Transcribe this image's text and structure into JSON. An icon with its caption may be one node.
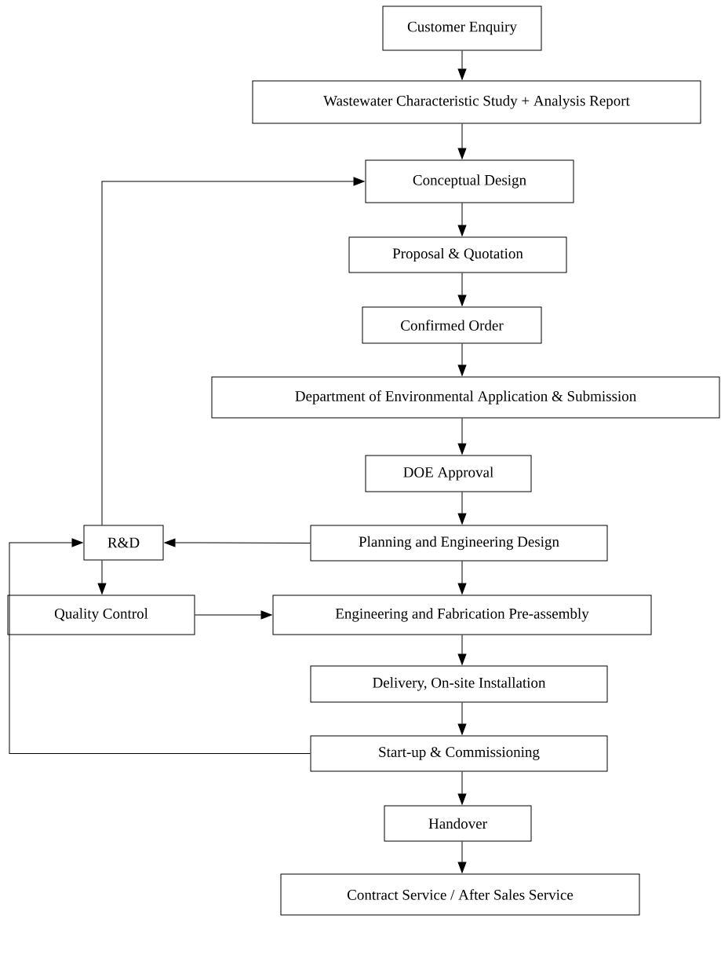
{
  "diagram": {
    "nodes": [
      {
        "text": [
          "Customer Enquiry"
        ]
      },
      {
        "text": [
          "Wastewater Characteristic Study + Analysis Report"
        ]
      },
      {
        "text": [
          "Conceptual Design"
        ]
      },
      {
        "text": [
          "Proposal & Quotation"
        ]
      },
      {
        "text": [
          "Confirmed Order"
        ]
      },
      {
        "text": [
          "Department of Environmental Application & Submission"
        ]
      },
      {
        "text": [
          "DOE Approval"
        ]
      },
      {
        "text": [
          "Planning and Engineering Design"
        ]
      },
      {
        "text": [
          "R&D"
        ]
      },
      {
        "text": [
          "Quality Control"
        ]
      },
      {
        "text": [
          "Engineering and Fabrication Pre-assembly"
        ]
      },
      {
        "text": [
          "Delivery, On-site Installation"
        ]
      },
      {
        "text": [
          "Start-up & Commissioning"
        ]
      },
      {
        "text": [
          "Handover"
        ]
      },
      {
        "text": [
          "Contract Service / After Sales Service"
        ]
      }
    ],
    "edges": [
      {
        "from": 0,
        "to": 1,
        "arrow": "to"
      },
      {
        "from": 1,
        "to": 2,
        "arrow": "to"
      },
      {
        "from": 2,
        "to": 3,
        "arrow": "to"
      },
      {
        "from": 3,
        "to": 4,
        "arrow": "to"
      },
      {
        "from": 4,
        "to": 5,
        "arrow": "to"
      },
      {
        "from": 5,
        "to": 6,
        "arrow": "to"
      },
      {
        "from": 6,
        "to": 7,
        "arrow": "to"
      },
      {
        "from": 7,
        "to": 8,
        "arrow": "to"
      },
      {
        "from": 8,
        "to": 2,
        "arrow": "to"
      },
      {
        "from": 8,
        "to": 9,
        "arrow": "to"
      },
      {
        "from": 9,
        "to": 10,
        "arrow": "to"
      },
      {
        "from": 7,
        "to": 10,
        "arrow": "to"
      },
      {
        "from": 10,
        "to": 11,
        "arrow": "to"
      },
      {
        "from": 11,
        "to": 12,
        "arrow": "to"
      },
      {
        "from": 12,
        "to": 8,
        "arrow": "to"
      },
      {
        "from": 12,
        "to": 13,
        "arrow": "to"
      },
      {
        "from": 13,
        "to": 14,
        "arrow": "to"
      }
    ]
  }
}
